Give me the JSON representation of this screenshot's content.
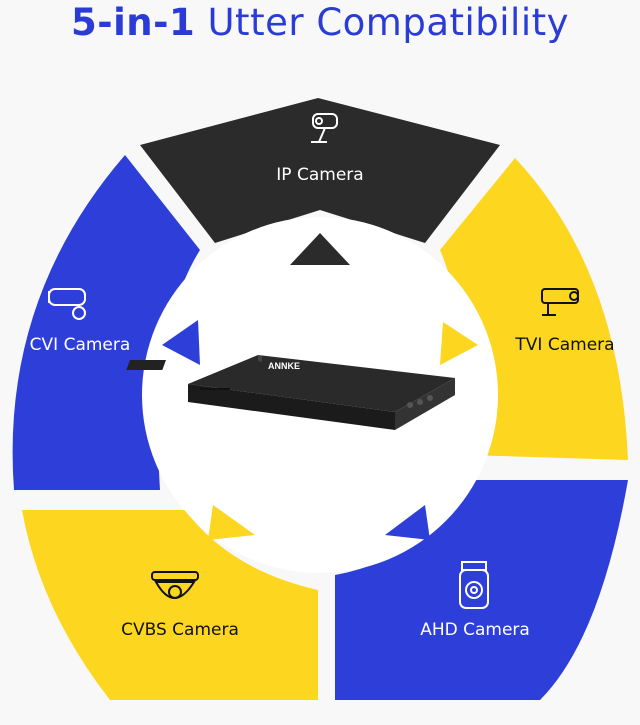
{
  "title": {
    "bold": "5-in-1",
    "light": " Utter Compatibility"
  },
  "product": {
    "brand": "ANNKE"
  },
  "segments": [
    {
      "label": "IP Camera",
      "color": "#2b2b2b",
      "text_color": "white",
      "icon": "bullet-camera-icon"
    },
    {
      "label": "TVI Camera",
      "color": "#fcd61f",
      "text_color": "dark",
      "icon": "bullet-camera-icon"
    },
    {
      "label": "AHD Camera",
      "color": "#2d3fd8",
      "text_color": "white",
      "icon": "turret-camera-icon"
    },
    {
      "label": "CVBS Camera",
      "color": "#fcd61f",
      "text_color": "dark",
      "icon": "dome-camera-icon"
    },
    {
      "label": "CVI Camera",
      "color": "#2d3fd8",
      "text_color": "white",
      "icon": "bullet-camera-icon"
    }
  ],
  "colors": {
    "title": "#2b3bd6",
    "background": "#f8f8f8",
    "hub": "#ffffff"
  }
}
